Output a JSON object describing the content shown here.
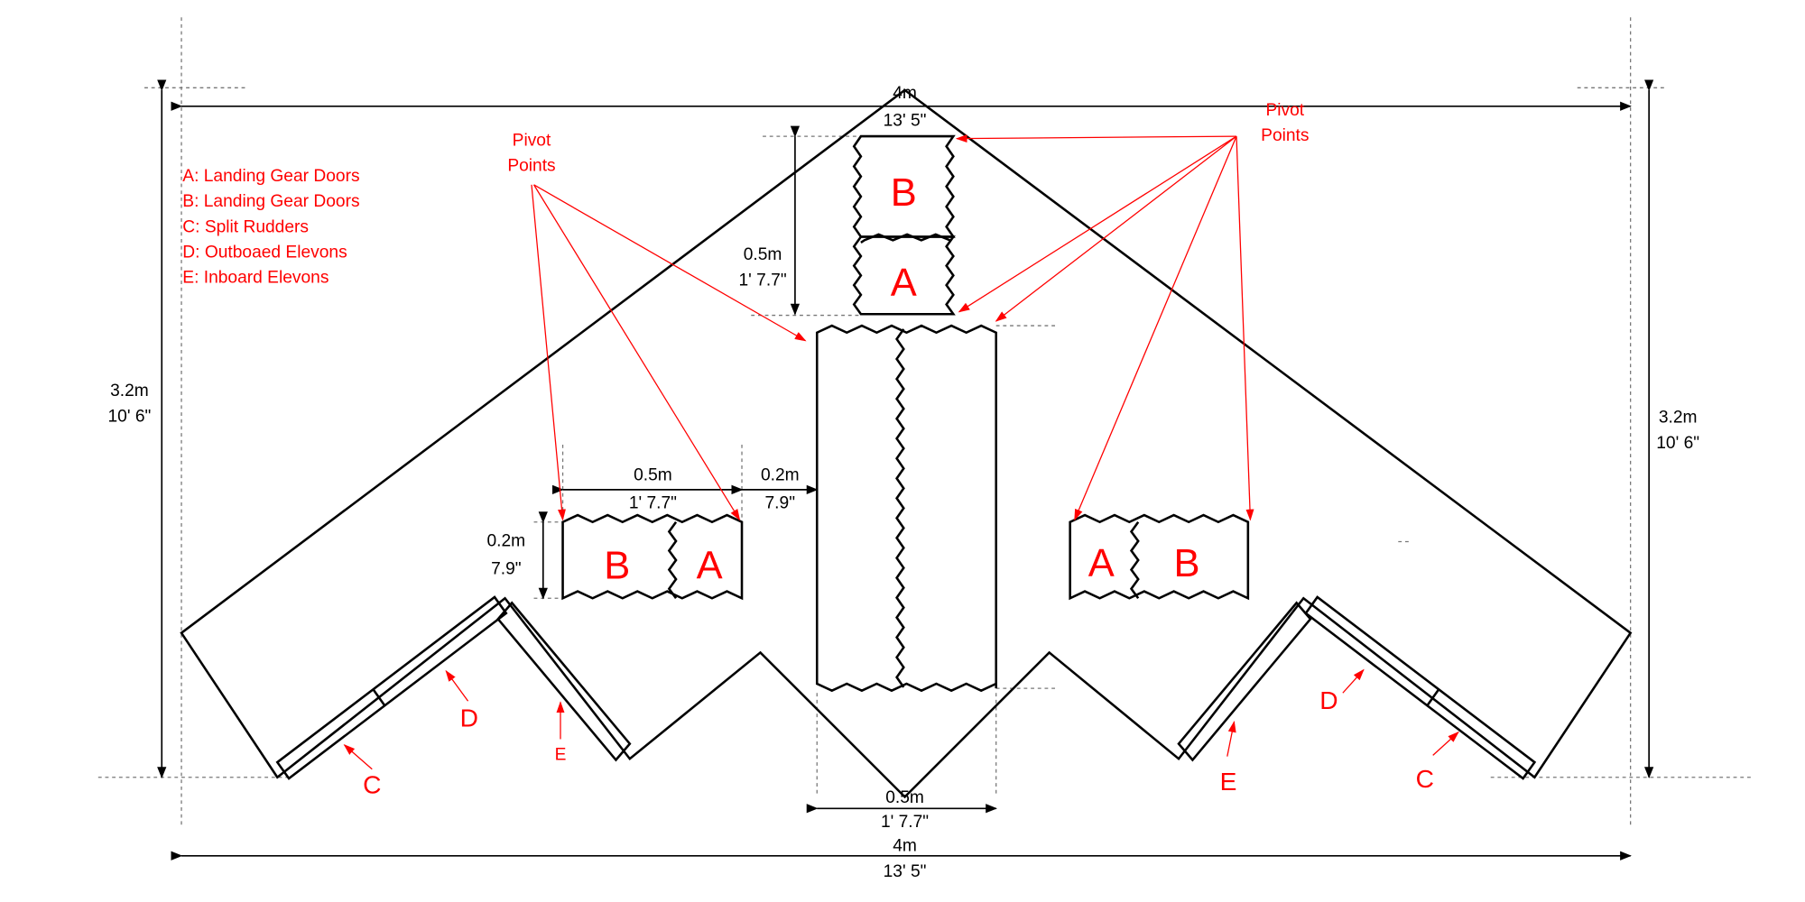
{
  "legend": [
    "A: Landing Gear Doors",
    "B: Landing Gear Doors",
    "C: Split Rudders",
    "D: Outboaed Elevons",
    "E: Inboard Elevons"
  ],
  "pivot_left": [
    "Pivot",
    "Points"
  ],
  "pivot_right": [
    "Pivot",
    "Points"
  ],
  "dimensions": {
    "span_top": [
      "4m",
      "13' 5\""
    ],
    "span_bottom": [
      "4m",
      "13' 5\""
    ],
    "height_left": [
      "3.2m",
      "10' 6\""
    ],
    "height_right": [
      "3.2m",
      "10' 6\""
    ],
    "door_top_height": [
      "0.5m",
      "1' 7.7\""
    ],
    "door_left_width": [
      "0.5m",
      "1' 7.7\""
    ],
    "door_gap": [
      "0.2m",
      "7.9\""
    ],
    "door_left_height": [
      "0.2m",
      "7.9\""
    ],
    "bay_width": [
      "0.5m",
      "1' 7.7\""
    ]
  },
  "door_labels": {
    "top_b": "B",
    "top_a": "A",
    "left_b": "B",
    "left_a": "A",
    "right_a": "A",
    "right_b": "B"
  },
  "surface_labels": {
    "left_d": "D",
    "left_c": "C",
    "left_e": "E",
    "right_d": "D",
    "right_e": "E",
    "right_c": "C"
  },
  "colors": {
    "annotation": "#ff0000",
    "line": "#000000"
  }
}
